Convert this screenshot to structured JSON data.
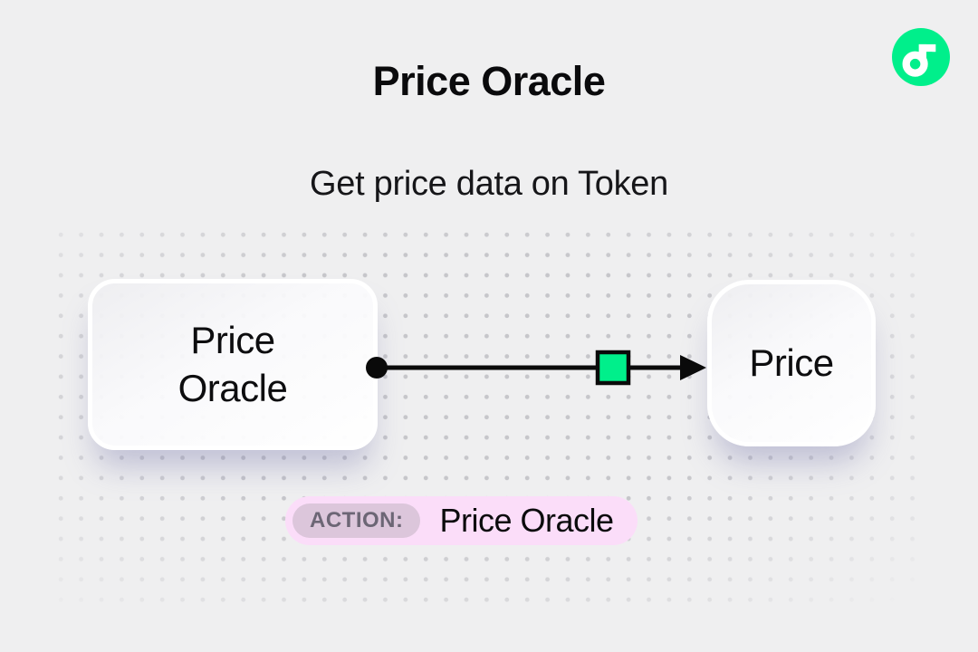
{
  "page": {
    "background": "#efeff0"
  },
  "brand": {
    "logo": "flow-logo",
    "logo_color": "#00EF8B"
  },
  "header": {
    "title": "Price Oracle",
    "subtitle": "Get price data on Token"
  },
  "diagram": {
    "source_node": {
      "label": "Price Oracle",
      "lines": [
        "Price",
        "Oracle"
      ]
    },
    "target_node": {
      "label": "Price"
    },
    "connector": {
      "type": "arrow-right",
      "line_color": "#0a0a0a",
      "marker_shape": "square",
      "marker_color": "#00EF8B"
    }
  },
  "action_bar": {
    "tag_label": "ACTION:",
    "action_name": "Price Oracle",
    "pill_color": "#fbddf9",
    "tag_color": "#dcc6db"
  }
}
